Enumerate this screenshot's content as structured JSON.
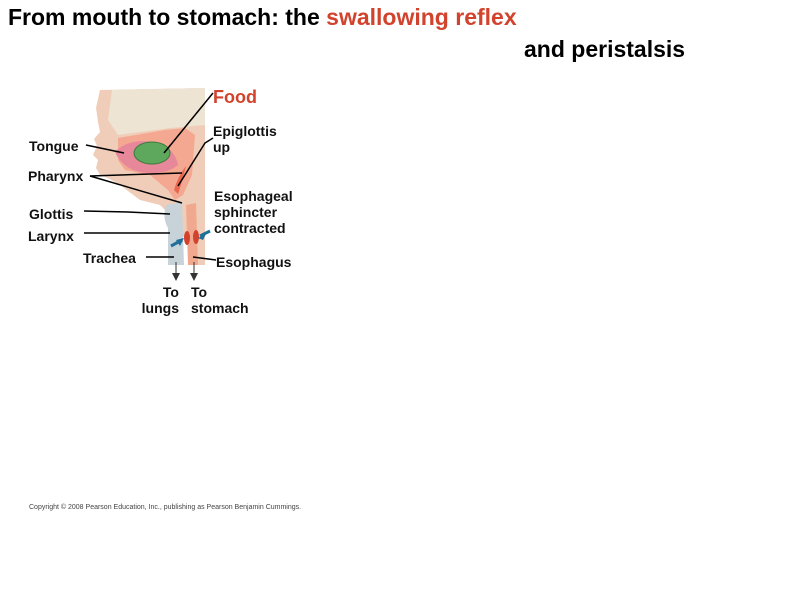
{
  "title": {
    "line1_prefix": "From mouth to stomach: the ",
    "line1_highlight": "swallowing reflex",
    "line2": "and peristalsis"
  },
  "labels": {
    "food": "Food",
    "epiglottis": [
      "Epiglottis",
      "up"
    ],
    "tongue": "Tongue",
    "pharynx": "Pharynx",
    "esophageal_sphincter": [
      "Esophageal",
      "sphincter",
      "contracted"
    ],
    "glottis": "Glottis",
    "larynx": "Larynx",
    "trachea": "Trachea",
    "esophagus": "Esophagus",
    "to_lungs": [
      "To",
      "lungs"
    ],
    "to_stomach": [
      "To",
      "stomach"
    ]
  },
  "copyright": "Copyright © 2008 Pearson Education, Inc., publishing as Pearson Benjamin Cummings.",
  "colors": {
    "highlight": "#d2432d",
    "tissue": "#f0cdb8",
    "bone": "#ede4d3",
    "cavity": "#f5a08a",
    "food": "#5da85d",
    "airway": "#c7d3d9",
    "arrow": "#1f6f9a"
  }
}
